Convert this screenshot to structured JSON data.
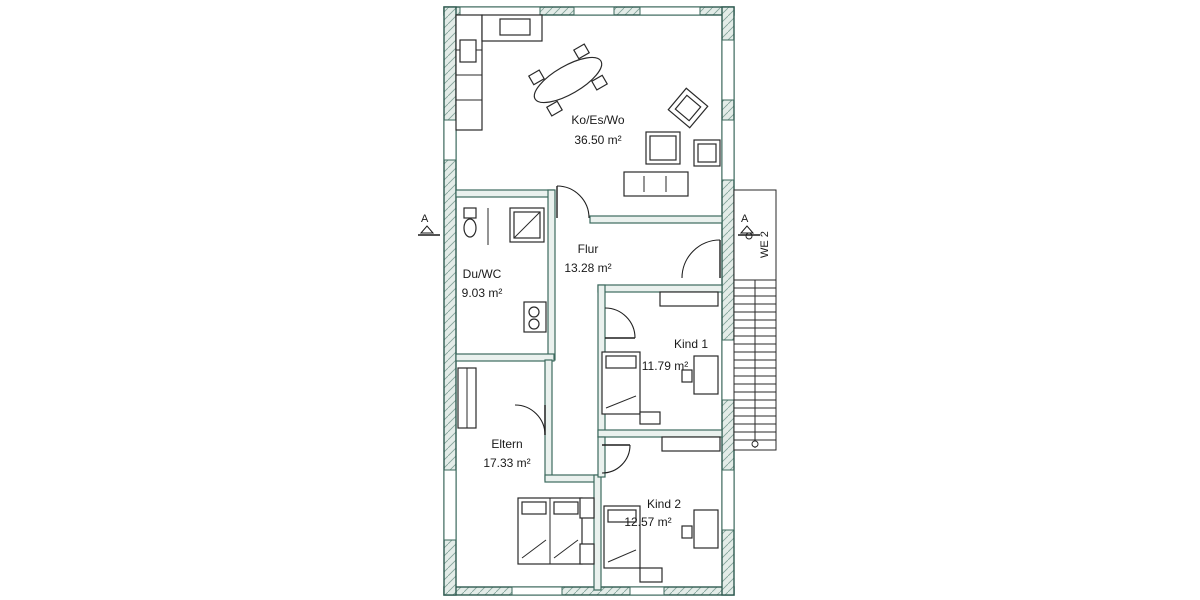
{
  "rooms": [
    {
      "name": "Ko/Es/Wo",
      "area": "36.50 m²"
    },
    {
      "name": "Flur",
      "area": "13.28 m²"
    },
    {
      "name": "Du/WC",
      "area": "9.03 m²"
    },
    {
      "name": "Kind 1",
      "area": "11.79 m²"
    },
    {
      "name": "Eltern",
      "area": "17.33 m²"
    },
    {
      "name": "Kind 2",
      "area": "12.57 m²"
    }
  ],
  "section_markers": {
    "left": "A",
    "right": "A"
  },
  "neighbor_label": "WE 2",
  "colors": {
    "wall_outline": "#2f5a50",
    "wall_fill": "#e3ece8",
    "furniture": "#2a2a2a"
  }
}
